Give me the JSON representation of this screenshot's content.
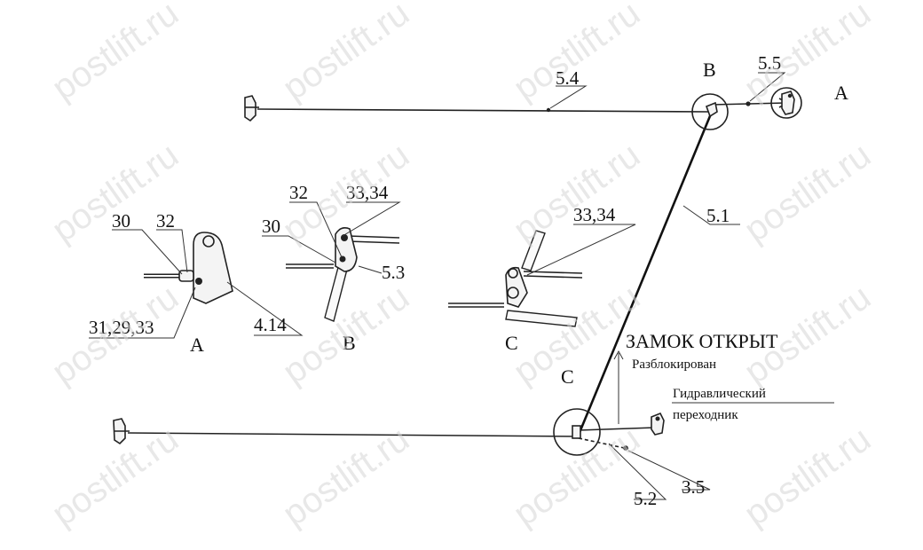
{
  "watermark": "postlift.ru",
  "callouts": {
    "c_5_4": "5.4",
    "c_5_5": "5.5",
    "c_5_1": "5.1",
    "c_5_2": "5.2",
    "c_3_5": "3.5",
    "c_5_3": "5.3",
    "c_4_14": "4.14",
    "c_30_a": "30",
    "c_32_a": "32",
    "c_31_29_33": "31,29,33",
    "c_32_b": "32",
    "c_33_34_b": "33,34",
    "c_30_b": "30",
    "c_33_34_c": "33,34"
  },
  "letters": {
    "detail_a": "A",
    "detail_b": "B",
    "detail_c": "C",
    "circle_b": "B",
    "circle_c": "C",
    "end_a": "A"
  },
  "annotations": {
    "lock_state": "ЗАМОК ОТКРЫТ",
    "unlocked": "Разблокирован",
    "hydraulic_line1": "Гидравлический",
    "hydraulic_line2": "переходник"
  }
}
